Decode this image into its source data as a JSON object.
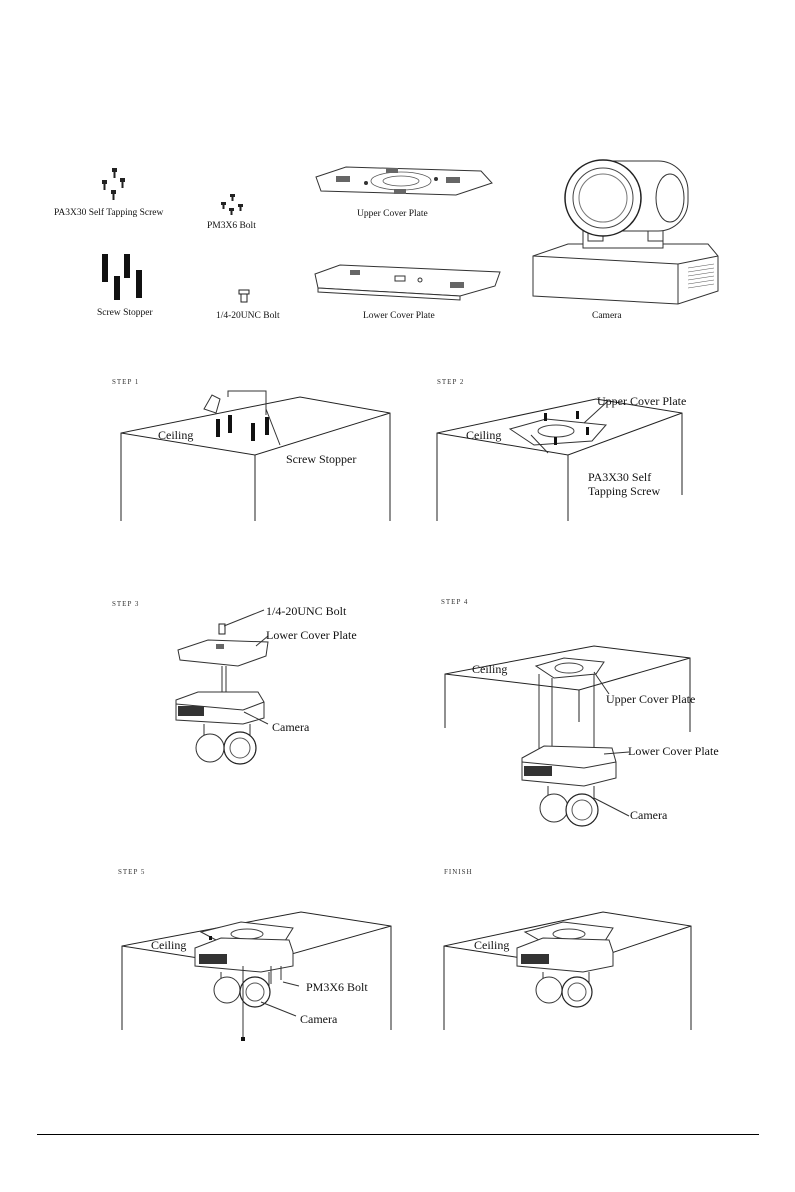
{
  "parts": {
    "self_tapping_screw": "PA3X30 Self Tapping Screw",
    "pm3x6_bolt": "PM3X6 Bolt",
    "upper_cover_plate": "Upper Cover Plate",
    "screw_stopper": "Screw Stopper",
    "unc_bolt": "1/4-20UNC Bolt",
    "lower_cover_plate": "Lower Cover Plate",
    "camera": "Camera"
  },
  "steps": {
    "step1": {
      "title": "STEP 1",
      "ceiling": "Ceiling",
      "screw_stopper": "Screw Stopper"
    },
    "step2": {
      "title": "STEP 2",
      "ceiling": "Ceiling",
      "upper_cover_plate": "Upper Cover Plate",
      "screw_line1": "PA3X30 Self",
      "screw_line2": "Tapping Screw"
    },
    "step3": {
      "title": "STEP 3",
      "unc_bolt": "1/4-20UNC Bolt",
      "lower_cover_plate": "Lower Cover Plate",
      "camera": "Camera"
    },
    "step4": {
      "title": "STEP 4",
      "ceiling": "Ceiling",
      "upper_cover_plate": "Upper Cover Plate",
      "lower_cover_plate": "Lower Cover Plate",
      "camera": "Camera"
    },
    "step5": {
      "title": "STEP 5",
      "ceiling": "Ceiling",
      "pm3x6_bolt": "PM3X6 Bolt",
      "camera": "Camera"
    },
    "finish": {
      "title": "FINISH",
      "ceiling": "Ceiling"
    }
  }
}
